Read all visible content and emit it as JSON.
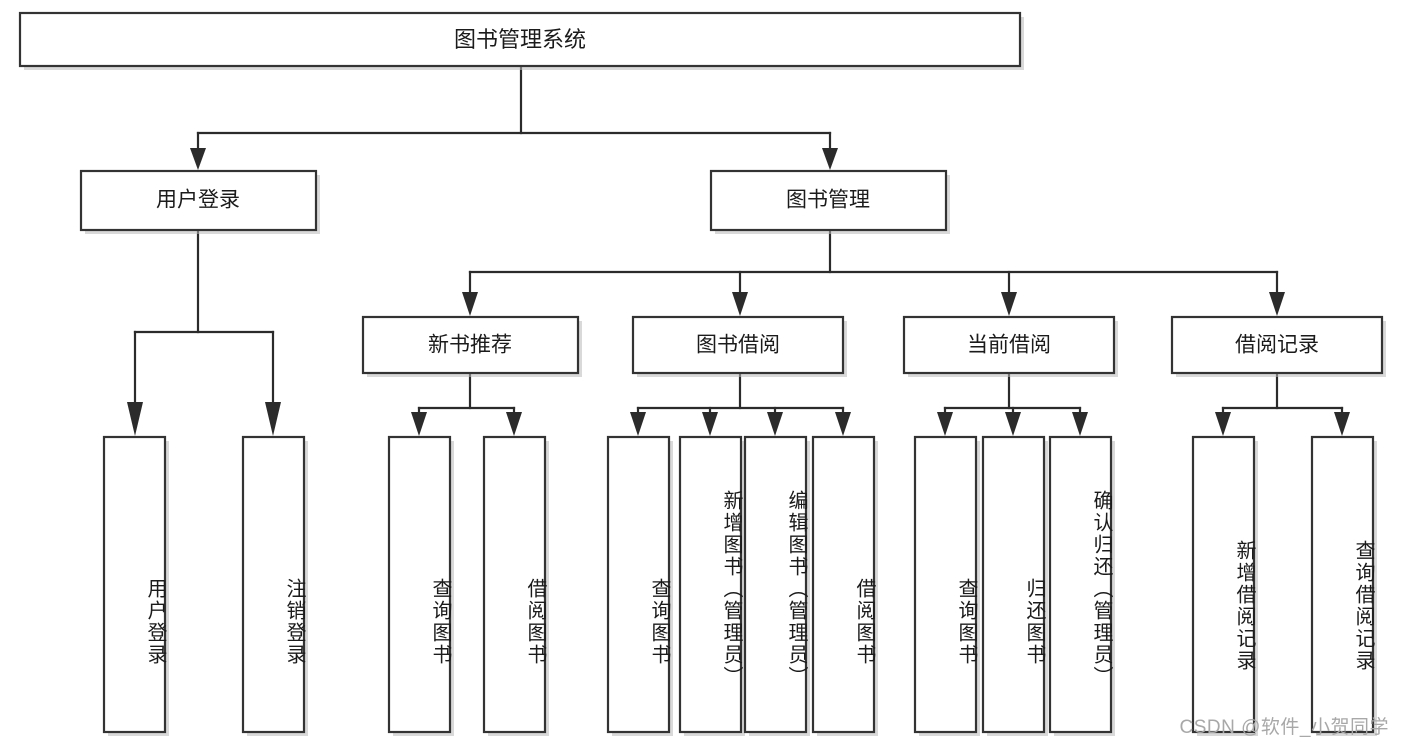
{
  "diagram": {
    "title": "图书管理系统",
    "type": "tree",
    "orientation": "top-down",
    "colors": {
      "box_fill": "#ffffff",
      "box_stroke": "#333333",
      "connector": "#2b2b2b",
      "text": "#1b1b1b",
      "watermark": "#a8a8a8",
      "background": "#ffffff"
    },
    "root": {
      "label": "图书管理系统"
    },
    "level2": [
      {
        "label": "用户登录"
      },
      {
        "label": "图书管理"
      }
    ],
    "level3": [
      {
        "label": "新书推荐"
      },
      {
        "label": "图书借阅"
      },
      {
        "label": "当前借阅"
      },
      {
        "label": "借阅记录"
      }
    ],
    "leaves": {
      "user_login": [
        {
          "label": "用户登录"
        },
        {
          "label": "注销登录"
        }
      ],
      "new_book_recommend": [
        {
          "label": "查询图书"
        },
        {
          "label": "借阅图书"
        }
      ],
      "book_borrow": [
        {
          "label": "查询图书"
        },
        {
          "label": "新增图书（管理员）"
        },
        {
          "label": "编辑图书（管理员）"
        },
        {
          "label": "借阅图书"
        }
      ],
      "current_borrow": [
        {
          "label": "查询图书"
        },
        {
          "label": "归还图书"
        },
        {
          "label": "确认归还（管理员）"
        }
      ],
      "borrow_record": [
        {
          "label": "新增借阅记录"
        },
        {
          "label": "查询借阅记录"
        }
      ]
    }
  },
  "watermark": {
    "text": "CSDN @软件_小贺同学"
  }
}
